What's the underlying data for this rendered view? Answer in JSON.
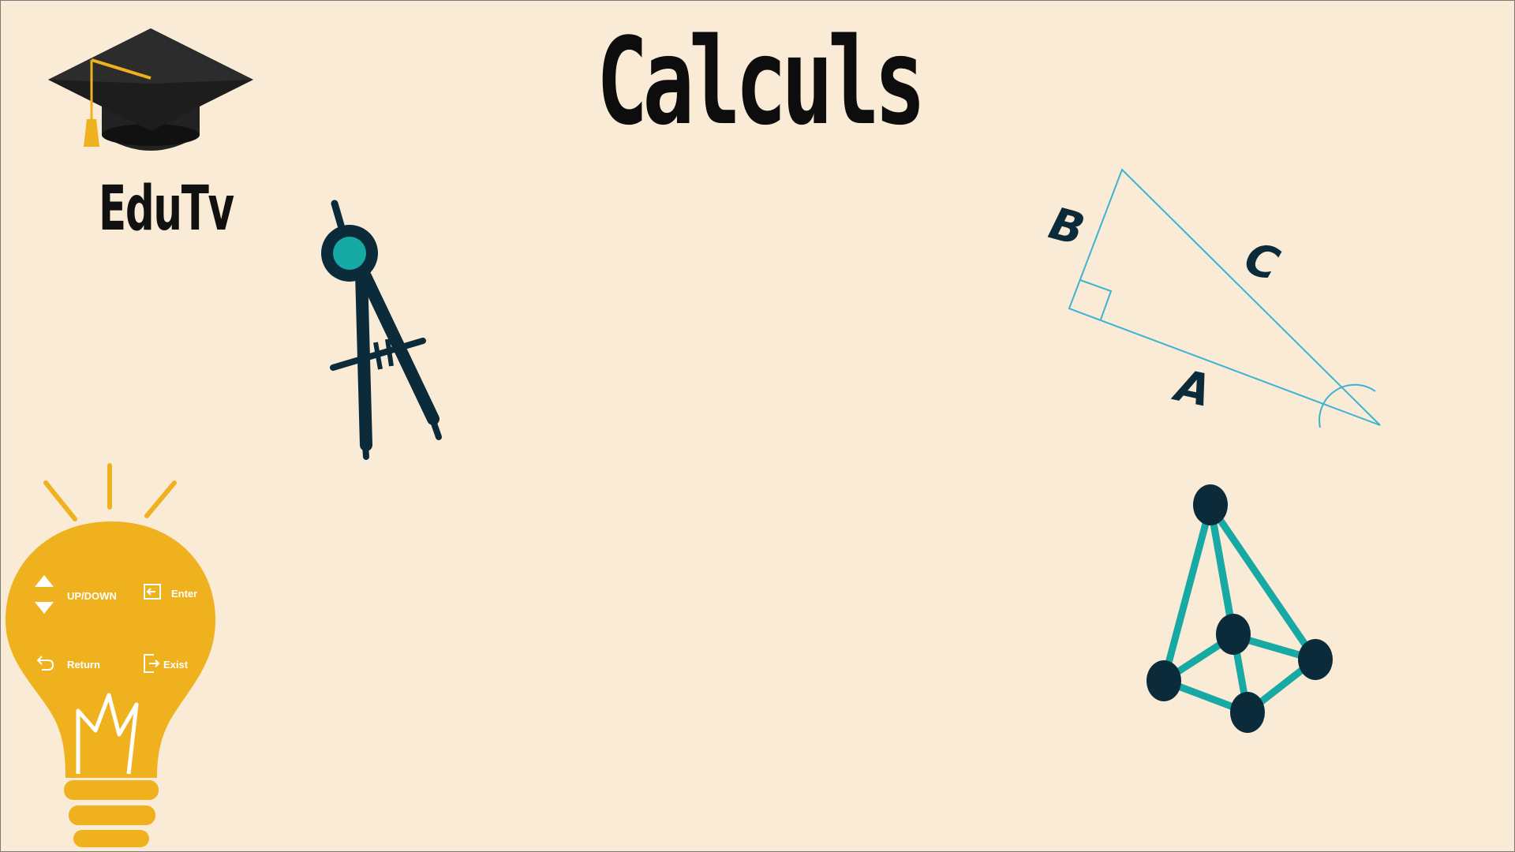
{
  "header": {
    "title": "Calculs"
  },
  "brand": {
    "name": "EduTv",
    "icon": "graduation-cap-icon"
  },
  "illustrations": {
    "compass": "compass-icon",
    "triangle": {
      "icon": "right-triangle-icon",
      "side_labels": [
        "B",
        "C",
        "A"
      ]
    },
    "pyramid": "pyramid-icon",
    "lightbulb": "lightbulb-icon"
  },
  "key_hints": [
    {
      "icon": "up-down-arrows-icon",
      "label": "UP/DOWN"
    },
    {
      "icon": "enter-icon",
      "label": "Enter"
    },
    {
      "icon": "return-icon",
      "label": "Return"
    },
    {
      "icon": "exit-icon",
      "label": "Exist"
    }
  ],
  "colors": {
    "background": "#f9ebd5",
    "title": "#0d0d0d",
    "teal": "#17a9a3",
    "navy": "#0b2a3a",
    "bulb": "#f0b11f",
    "line_blue": "#3bb4d3"
  }
}
